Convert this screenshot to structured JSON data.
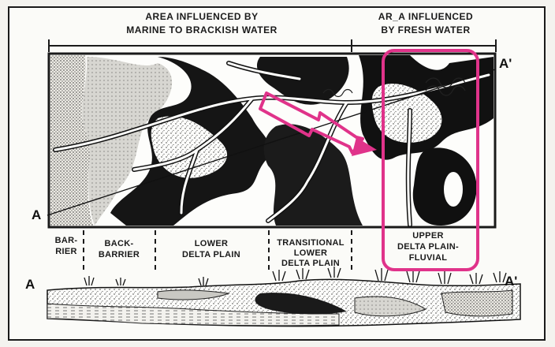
{
  "headers": {
    "marine_line1": "AREA INFLUENCED BY",
    "marine_line2": "MARINE TO BRACKISH WATER",
    "fresh_line1": "AR_A INFLUENCED",
    "fresh_line2": "BY FRESH WATER"
  },
  "section_labels": {
    "start": "A",
    "end": "A'"
  },
  "zones": [
    {
      "line1": "BAR-",
      "line2": "RIER",
      "line3": ""
    },
    {
      "line1": "BACK-",
      "line2": "BARRIER",
      "line3": ""
    },
    {
      "line1": "LOWER",
      "line2": "DELTA PLAIN",
      "line3": ""
    },
    {
      "line1": "TRANSITIONAL",
      "line2": "LOWER",
      "line3": "DELTA PLAIN"
    },
    {
      "line1": "UPPER",
      "line2": "DELTA PLAIN-",
      "line3": "FLUVIAL"
    }
  ],
  "colors": {
    "ink": "#1a1a1a",
    "highlight": "#e0338a",
    "paper": "#fbfbf8"
  },
  "annotations": {
    "arrow": "magenta-arrow-icon",
    "box": "highlight-box"
  }
}
